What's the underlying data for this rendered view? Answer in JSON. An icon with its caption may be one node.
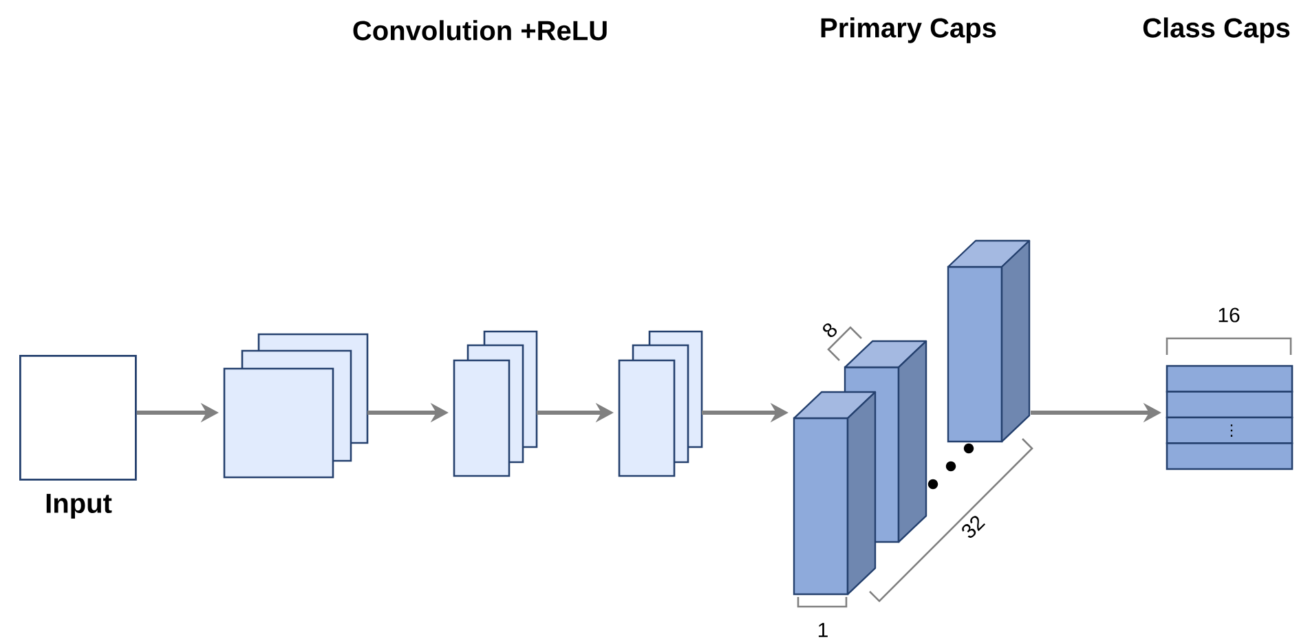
{
  "diagram": {
    "nodes": [
      {
        "text": [
          "Input"
        ]
      },
      {
        "text": [],
        "shape": "box"
      },
      {
        "text": [],
        "shape": "box"
      },
      {
        "text": [],
        "shape": "box"
      },
      {
        "text": [],
        "shape": "cuboid"
      },
      {
        "text": [],
        "shape": "box"
      }
    ],
    "edges": [
      {
        "from": 0,
        "to": 1,
        "arrow": "to"
      },
      {
        "from": 1,
        "to": 2,
        "arrow": "to"
      },
      {
        "from": 2,
        "to": 3,
        "arrow": "to"
      },
      {
        "from": 3,
        "to": 4,
        "arrow": "to"
      },
      {
        "from": 4,
        "to": 5,
        "arrow": "to"
      }
    ],
    "labels": [
      "Convolution +ReLU",
      "Primary Caps",
      "Class Caps",
      "16",
      "8",
      "⋮",
      "32",
      "1"
    ]
  }
}
